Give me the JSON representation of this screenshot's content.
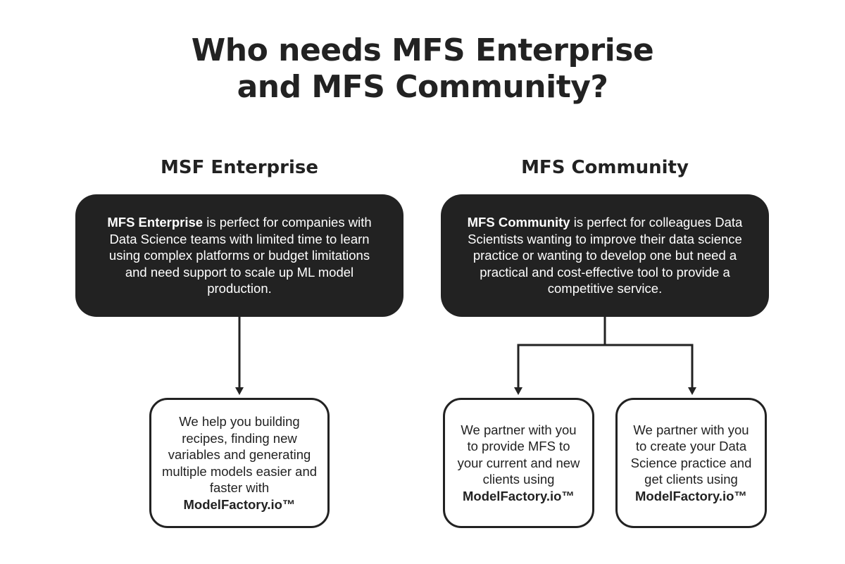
{
  "title": {
    "line1": "Who needs MFS Enterprise",
    "line2": "and MFS Community?"
  },
  "left": {
    "heading": "MSF Enterprise",
    "box": {
      "bold": "MFS Enterprise",
      "text": " is perfect for companies with Data Science teams with limited time to learn using complex platforms or budget limitations and need support to scale up ML model production."
    },
    "child": {
      "text": "We help you building recipes, finding new variables and generating multiple models easier and faster with",
      "brand": "ModelFactory.io™"
    }
  },
  "right": {
    "heading": "MFS Community",
    "box": {
      "bold": "MFS Community",
      "text": " is perfect for colleagues Data Scientists wanting to improve their data science practice or wanting to develop one but need a practical and cost-effective tool to provide a competitive service."
    },
    "children": [
      {
        "text": "We partner with you to provide MFS to your current and new clients using",
        "brand": "ModelFactory.io™"
      },
      {
        "text": "We partner with you to create your Data Science practice and get clients using",
        "brand": "ModelFactory.io™"
      }
    ]
  },
  "colors": {
    "dark": "#222222",
    "background": "#ffffff"
  }
}
